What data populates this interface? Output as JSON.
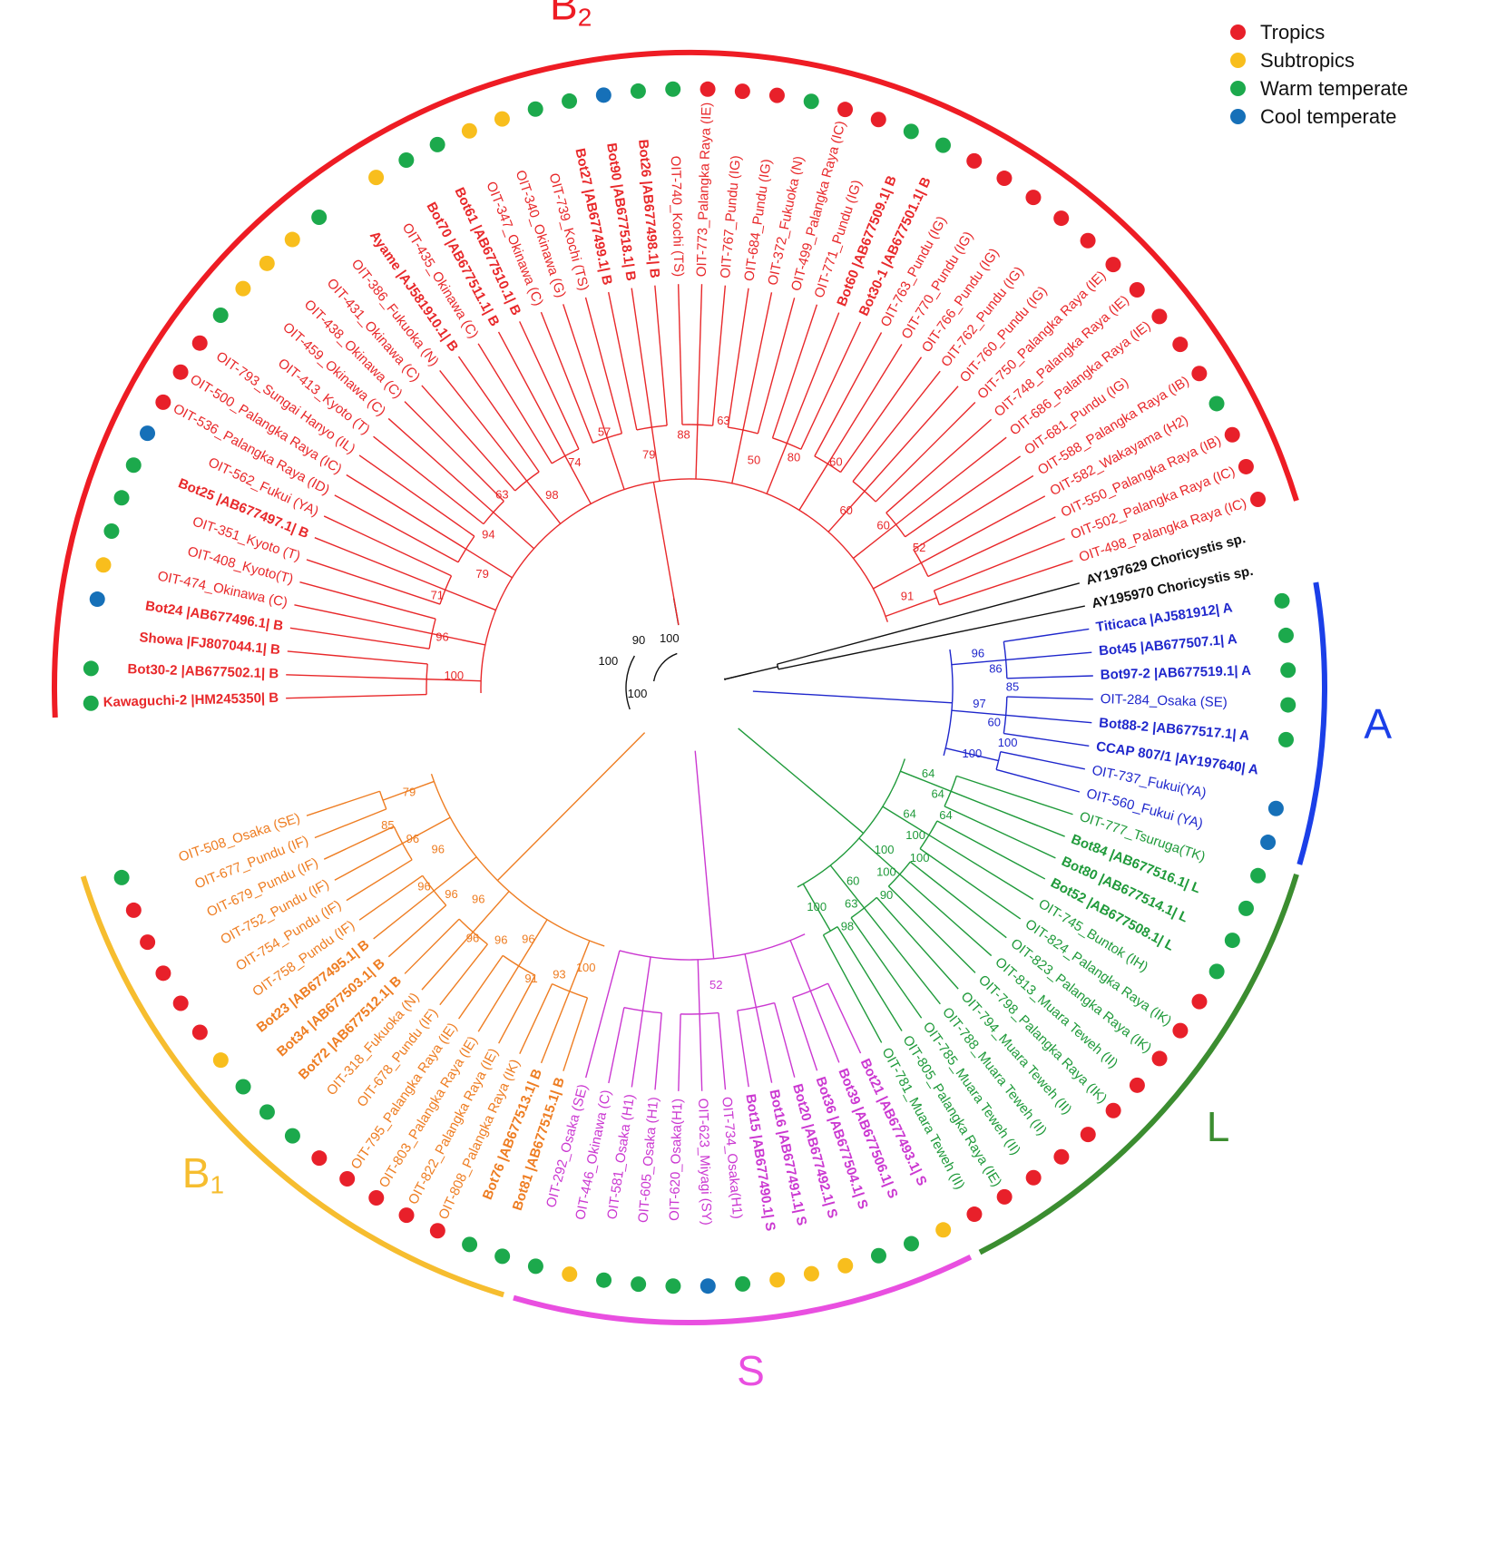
{
  "colors": {
    "tropics": "#e8202a",
    "subtropics": "#f8be1d",
    "warm": "#1ca94c",
    "cool": "#1670b8",
    "clade_B1": "#ee7d22",
    "clade_B1_arc": "#f6bd2f",
    "clade_S": "#cb38d1",
    "clade_S_arc": "#e94fe0",
    "clade_L": "#1f9a3a",
    "clade_L_arc": "#3b8d30",
    "clade_A": "#1f27cc",
    "clade_A_arc": "#1b3fe8",
    "clade_B2": "#e8282a",
    "clade_B2_arc": "#ee1c24",
    "outgroup": "#111111"
  },
  "legend": [
    {
      "label": "Tropics",
      "color": "#e8202a"
    },
    {
      "label": "Subtropics",
      "color": "#f8be1d"
    },
    {
      "label": "Warm temperate",
      "color": "#1ca94c"
    },
    {
      "label": "Cool temperate",
      "color": "#1670b8"
    }
  ],
  "clades": [
    {
      "id": "B1",
      "label": "B",
      "sub": "1"
    },
    {
      "id": "S",
      "label": "S",
      "sub": ""
    },
    {
      "id": "L",
      "label": "L",
      "sub": ""
    },
    {
      "id": "A",
      "label": "A",
      "sub": ""
    },
    {
      "id": "B2",
      "label": "B",
      "sub": "2"
    }
  ],
  "leaves": [
    {
      "label": "Kawaguchi-2 |HM245350| B",
      "bold": true,
      "clade": "B2",
      "zone": "warm"
    },
    {
      "label": "Bot30-2 |AB677502.1| B",
      "bold": true,
      "clade": "B2",
      "zone": "warm"
    },
    {
      "label": "Showa |FJ807044.1| B",
      "bold": true,
      "clade": "B2",
      "zone": ""
    },
    {
      "label": "Bot24 |AB677496.1| B",
      "bold": true,
      "clade": "B2",
      "zone": "cool"
    },
    {
      "label": "OIT-474_Okinawa (C)",
      "bold": false,
      "clade": "B2",
      "zone": "subtropics"
    },
    {
      "label": "OIT-408_Kyoto(T)",
      "bold": false,
      "clade": "B2",
      "zone": "warm"
    },
    {
      "label": "OIT-351_Kyoto (T)",
      "bold": false,
      "clade": "B2",
      "zone": "warm"
    },
    {
      "label": "Bot25 |AB677497.1| B",
      "bold": true,
      "clade": "B2",
      "zone": "warm"
    },
    {
      "label": "OIT-562_Fukui (YA)",
      "bold": false,
      "clade": "B2",
      "zone": "cool"
    },
    {
      "label": "OIT-536_Palangka Raya (ID)",
      "bold": false,
      "clade": "B2",
      "zone": "tropics"
    },
    {
      "label": "OIT-500_Palangka Raya (IC)",
      "bold": false,
      "clade": "B2",
      "zone": "tropics"
    },
    {
      "label": "OIT-793_Sungai Hanyo (IL)",
      "bold": false,
      "clade": "B2",
      "zone": "tropics"
    },
    {
      "label": "OIT-413_Kyoto (T)",
      "bold": false,
      "clade": "B2",
      "zone": "warm"
    },
    {
      "label": "OIT-459_Okinawa (C)",
      "bold": false,
      "clade": "B2",
      "zone": "subtropics"
    },
    {
      "label": "OIT-438_Okinawa (C)",
      "bold": false,
      "clade": "B2",
      "zone": "subtropics"
    },
    {
      "label": "OIT-431_Okinawa (C)",
      "bold": false,
      "clade": "B2",
      "zone": "subtropics"
    },
    {
      "label": "OIT-386_Fukuoka (N)",
      "bold": false,
      "clade": "B2",
      "zone": "warm"
    },
    {
      "label": "Ayame |AJ581910.1| B",
      "bold": true,
      "clade": "B2",
      "zone": ""
    },
    {
      "label": "OIT-435_Okinawa (C)",
      "bold": false,
      "clade": "B2",
      "zone": "subtropics"
    },
    {
      "label": "Bot70 |AB677511.1| B",
      "bold": true,
      "clade": "B2",
      "zone": "warm"
    },
    {
      "label": "Bot61 |AB677510.1| B",
      "bold": true,
      "clade": "B2",
      "zone": "warm"
    },
    {
      "label": "OIT-347_Okinawa (C)",
      "bold": false,
      "clade": "B2",
      "zone": "subtropics"
    },
    {
      "label": "OIT-340_Okinawa (G)",
      "bold": false,
      "clade": "B2",
      "zone": "subtropics"
    },
    {
      "label": "OIT-739_Kochi (TS)",
      "bold": false,
      "clade": "B2",
      "zone": "warm"
    },
    {
      "label": "Bot27 |AB677499.1| B",
      "bold": true,
      "clade": "B2",
      "zone": "warm"
    },
    {
      "label": "Bot90 |AB677518.1| B",
      "bold": true,
      "clade": "B2",
      "zone": "cool"
    },
    {
      "label": "Bot26 |AB677498.1| B",
      "bold": true,
      "clade": "B2",
      "zone": "warm"
    },
    {
      "label": "OIT-740_Kochi (TS)",
      "bold": false,
      "clade": "B2",
      "zone": "warm"
    },
    {
      "label": "OIT-773_Palangka Raya (IE)",
      "bold": false,
      "clade": "B2",
      "zone": "tropics"
    },
    {
      "label": "OIT-767_Pundu (IG)",
      "bold": false,
      "clade": "B2",
      "zone": "tropics"
    },
    {
      "label": "OIT-684_Pundu (IG)",
      "bold": false,
      "clade": "B2",
      "zone": "tropics"
    },
    {
      "label": "OIT-372_Fukuoka (N)",
      "bold": false,
      "clade": "B2",
      "zone": "warm"
    },
    {
      "label": "OIT-499_Palangka Raya (IC)",
      "bold": false,
      "clade": "B2",
      "zone": "tropics"
    },
    {
      "label": "OIT-771_Pundu (IG)",
      "bold": false,
      "clade": "B2",
      "zone": "tropics"
    },
    {
      "label": "Bot60 |AB677509.1| B",
      "bold": true,
      "clade": "B2",
      "zone": "warm"
    },
    {
      "label": "Bot30-1 |AB677501.1| B",
      "bold": true,
      "clade": "B2",
      "zone": "warm"
    },
    {
      "label": "OIT-763_Pundu (IG)",
      "bold": false,
      "clade": "B2",
      "zone": "tropics"
    },
    {
      "label": "OIT-770_Pundu (IG)",
      "bold": false,
      "clade": "B2",
      "zone": "tropics"
    },
    {
      "label": "OIT-766_Pundu (IG)",
      "bold": false,
      "clade": "B2",
      "zone": "tropics"
    },
    {
      "label": "OIT-762_Pundu (IG)",
      "bold": false,
      "clade": "B2",
      "zone": "tropics"
    },
    {
      "label": "OIT-760_Pundu (IG)",
      "bold": false,
      "clade": "B2",
      "zone": "tropics"
    },
    {
      "label": "OIT-750_Palangka Raya (IE)",
      "bold": false,
      "clade": "B2",
      "zone": "tropics"
    },
    {
      "label": "OIT-748_Palangka Raya (IE)",
      "bold": false,
      "clade": "B2",
      "zone": "tropics"
    },
    {
      "label": "OIT-686_Palangka Raya (IE)",
      "bold": false,
      "clade": "B2",
      "zone": "tropics"
    },
    {
      "label": "OIT-681_Pundu (IG)",
      "bold": false,
      "clade": "B2",
      "zone": "tropics"
    },
    {
      "label": "OIT-588_Palangka Raya (IB)",
      "bold": false,
      "clade": "B2",
      "zone": "tropics"
    },
    {
      "label": "OIT-582_Wakayama (H2)",
      "bold": false,
      "clade": "B2",
      "zone": "warm"
    },
    {
      "label": "OIT-550_Palangka Raya (IB)",
      "bold": false,
      "clade": "B2",
      "zone": "tropics"
    },
    {
      "label": "OIT-502_Palangka Raya (IC)",
      "bold": false,
      "clade": "B2",
      "zone": "tropics"
    },
    {
      "label": "OIT-498_Palangka Raya (IC)",
      "bold": false,
      "clade": "B2",
      "zone": "tropics"
    },
    {
      "label": "AY197629 Choricystis sp.",
      "bold": true,
      "clade": "out",
      "zone": ""
    },
    {
      "label": "AY195970  Choricystis sp.",
      "bold": true,
      "clade": "out",
      "zone": ""
    },
    {
      "label": "Titicaca |AJ581912| A",
      "bold": true,
      "clade": "A",
      "zone": "warm"
    },
    {
      "label": "Bot45 |AB677507.1| A",
      "bold": true,
      "clade": "A",
      "zone": "warm"
    },
    {
      "label": "Bot97-2 |AB677519.1| A",
      "bold": true,
      "clade": "A",
      "zone": "warm"
    },
    {
      "label": "OIT-284_Osaka (SE)",
      "bold": false,
      "clade": "A",
      "zone": "warm"
    },
    {
      "label": "Bot88-2 |AB677517.1| A",
      "bold": true,
      "clade": "A",
      "zone": "warm"
    },
    {
      "label": "CCAP 807/1 |AY197640| A",
      "bold": true,
      "clade": "A",
      "zone": ""
    },
    {
      "label": "OIT-737_Fukui(YA)",
      "bold": false,
      "clade": "A",
      "zone": "cool"
    },
    {
      "label": "OIT-560_Fukui (YA)",
      "bold": false,
      "clade": "A",
      "zone": "cool"
    },
    {
      "label": "OIT-777_Tsuruga(TK)",
      "bold": false,
      "clade": "L",
      "zone": "warm"
    },
    {
      "label": "Bot84 |AB677516.1| L",
      "bold": true,
      "clade": "L",
      "zone": "warm"
    },
    {
      "label": "Bot80 |AB677514.1| L",
      "bold": true,
      "clade": "L",
      "zone": "warm"
    },
    {
      "label": "Bot52 |AB677508.1| L",
      "bold": true,
      "clade": "L",
      "zone": "warm"
    },
    {
      "label": "OIT-745_Buntok (IH)",
      "bold": false,
      "clade": "L",
      "zone": "tropics"
    },
    {
      "label": "OIT-824_Palangka Raya (IK)",
      "bold": false,
      "clade": "L",
      "zone": "tropics"
    },
    {
      "label": "OIT-823_Palangka Raya (IK)",
      "bold": false,
      "clade": "L",
      "zone": "tropics"
    },
    {
      "label": "OIT-813_Muara Teweh (II)",
      "bold": false,
      "clade": "L",
      "zone": "tropics"
    },
    {
      "label": "OIT-798_Palangka Raya (IK)",
      "bold": false,
      "clade": "L",
      "zone": "tropics"
    },
    {
      "label": "OIT-794_Muara Teweh (II)",
      "bold": false,
      "clade": "L",
      "zone": "tropics"
    },
    {
      "label": "OIT-788_Muara Teweh (II)",
      "bold": false,
      "clade": "L",
      "zone": "tropics"
    },
    {
      "label": "OIT-785_Muara Teweh (II)",
      "bold": false,
      "clade": "L",
      "zone": "tropics"
    },
    {
      "label": "OIT-805_Palangka Raya (IE)",
      "bold": false,
      "clade": "L",
      "zone": "tropics"
    },
    {
      "label": "OIT-781_Muara Teweh (II)",
      "bold": false,
      "clade": "L",
      "zone": "tropics"
    },
    {
      "label": "Bot21 |AB677493.1| S",
      "bold": true,
      "clade": "S",
      "zone": "subtropics"
    },
    {
      "label": "Bot39 |AB677506.1| S",
      "bold": true,
      "clade": "S",
      "zone": "warm"
    },
    {
      "label": "Bot36 |AB677504.1| S",
      "bold": true,
      "clade": "S",
      "zone": "warm"
    },
    {
      "label": "Bot20 |AB677492.1| S",
      "bold": true,
      "clade": "S",
      "zone": "subtropics"
    },
    {
      "label": "Bot16 |AB677491.1| S",
      "bold": true,
      "clade": "S",
      "zone": "subtropics"
    },
    {
      "label": "Bot15 |AB677490.1| S",
      "bold": true,
      "clade": "S",
      "zone": "subtropics"
    },
    {
      "label": "OIT-734_Osaka(H1)",
      "bold": false,
      "clade": "S",
      "zone": "warm"
    },
    {
      "label": "OIT-623_Miyagi (SY)",
      "bold": false,
      "clade": "S",
      "zone": "cool"
    },
    {
      "label": "OIT-620_Osaka(H1)",
      "bold": false,
      "clade": "S",
      "zone": "warm"
    },
    {
      "label": "OIT-605_Osaka (H1)",
      "bold": false,
      "clade": "S",
      "zone": "warm"
    },
    {
      "label": "OIT-581_Osaka (H1)",
      "bold": false,
      "clade": "S",
      "zone": "warm"
    },
    {
      "label": "OIT-446_Okinawa (C)",
      "bold": false,
      "clade": "S",
      "zone": "subtropics"
    },
    {
      "label": "OIT-292_Osaka (SE)",
      "bold": false,
      "clade": "S",
      "zone": "warm"
    },
    {
      "label": "Bot81 |AB677515.1| B",
      "bold": true,
      "clade": "B1",
      "zone": "warm"
    },
    {
      "label": "Bot76 |AB677513.1| B",
      "bold": true,
      "clade": "B1",
      "zone": "warm"
    },
    {
      "label": "OIT-808_Palangka Raya (IK)",
      "bold": false,
      "clade": "B1",
      "zone": "tropics"
    },
    {
      "label": "OIT-822_Palangka Raya (IE)",
      "bold": false,
      "clade": "B1",
      "zone": "tropics"
    },
    {
      "label": "OIT-803_Palangka Raya (IE)",
      "bold": false,
      "clade": "B1",
      "zone": "tropics"
    },
    {
      "label": "OIT-795_Palangka Raya (IE)",
      "bold": false,
      "clade": "B1",
      "zone": "tropics"
    },
    {
      "label": "OIT-678_Pundu (IF)",
      "bold": false,
      "clade": "B1",
      "zone": "tropics"
    },
    {
      "label": "OIT-318_Fukuoka (N)",
      "bold": false,
      "clade": "B1",
      "zone": "warm"
    },
    {
      "label": "Bot72 |AB677512.1| B",
      "bold": true,
      "clade": "B1",
      "zone": "warm"
    },
    {
      "label": "Bot34 |AB677503.1| B",
      "bold": true,
      "clade": "B1",
      "zone": "warm"
    },
    {
      "label": "Bot23 |AB677495.1| B",
      "bold": true,
      "clade": "B1",
      "zone": "subtropics"
    },
    {
      "label": "OIT-758_Pundu (IF)",
      "bold": false,
      "clade": "B1",
      "zone": "tropics"
    },
    {
      "label": "OIT-754_Pundu (IF)",
      "bold": false,
      "clade": "B1",
      "zone": "tropics"
    },
    {
      "label": "OIT-752_Pundu (IF)",
      "bold": false,
      "clade": "B1",
      "zone": "tropics"
    },
    {
      "label": "OIT-679_Pundu (IF)",
      "bold": false,
      "clade": "B1",
      "zone": "tropics"
    },
    {
      "label": "OIT-677_Pundu (IF)",
      "bold": false,
      "clade": "B1",
      "zone": "tropics"
    },
    {
      "label": "OIT-508_Osaka (SE)",
      "bold": false,
      "clade": "B1",
      "zone": "warm"
    }
  ],
  "bootstraps": {
    "B1": [
      "100",
      "93",
      "91",
      "96",
      "96",
      "96",
      "96",
      "96",
      "96",
      "96",
      "96",
      "85",
      "79"
    ],
    "S": [
      "52"
    ],
    "L": [
      "64",
      "64",
      "64",
      "64",
      "100",
      "100",
      "100",
      "100",
      "90",
      "60",
      "63",
      "98",
      "100"
    ],
    "A": [
      "96",
      "86",
      "85",
      "97",
      "60",
      "100",
      "100"
    ],
    "B2": [
      "100",
      "96",
      "71",
      "79",
      "94",
      "63",
      "98",
      "74",
      "57",
      "79",
      "88",
      "63",
      "50",
      "80",
      "60",
      "60",
      "60",
      "52",
      "91"
    ],
    "root": [
      "100",
      "90",
      "100",
      "100"
    ]
  }
}
